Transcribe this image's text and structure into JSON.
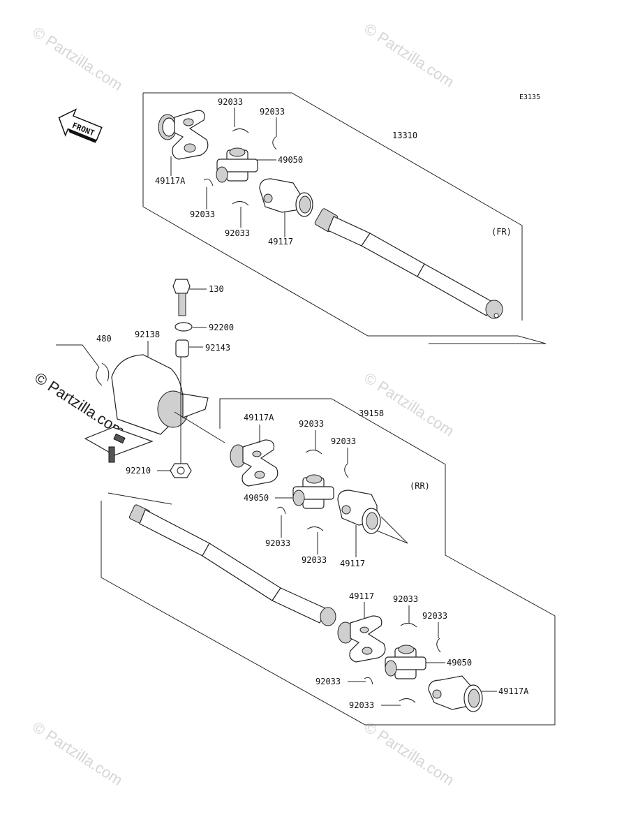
{
  "diagram": {
    "code": "E3135",
    "direction_label": "FRONT",
    "sections": {
      "front": "(FR)",
      "rear": "(RR)"
    },
    "labels": {
      "front_shaft_assy": "13310",
      "rear_shaft_assy": "39158",
      "fr_circlip_1": "92033",
      "fr_circlip_2": "92033",
      "fr_circlip_3": "92033",
      "fr_circlip_4": "92033",
      "fr_yoke_a": "49117A",
      "fr_joint": "49050",
      "fr_yoke": "49117",
      "bolt": "130",
      "washer": "92200",
      "collar": "92143",
      "bracket": "92138",
      "snap_ring": "480",
      "nut": "92210",
      "rr1_yoke_a": "49117A",
      "rr1_circlip_1": "92033",
      "rr1_circlip_2": "92033",
      "rr1_joint": "49050",
      "rr1_circlip_3": "92033",
      "rr1_circlip_4": "92033",
      "rr1_yoke": "49117",
      "rr2_yoke": "49117",
      "rr2_circlip_1": "92033",
      "rr2_circlip_2": "92033",
      "rr2_joint": "49050",
      "rr2_circlip_3": "92033",
      "rr2_circlip_4": "92033",
      "rr2_yoke_a": "49117A"
    }
  },
  "watermark": {
    "text": "© Partzilla.com",
    "color_light": "#d6d6d6",
    "color_dark": "#222222"
  }
}
